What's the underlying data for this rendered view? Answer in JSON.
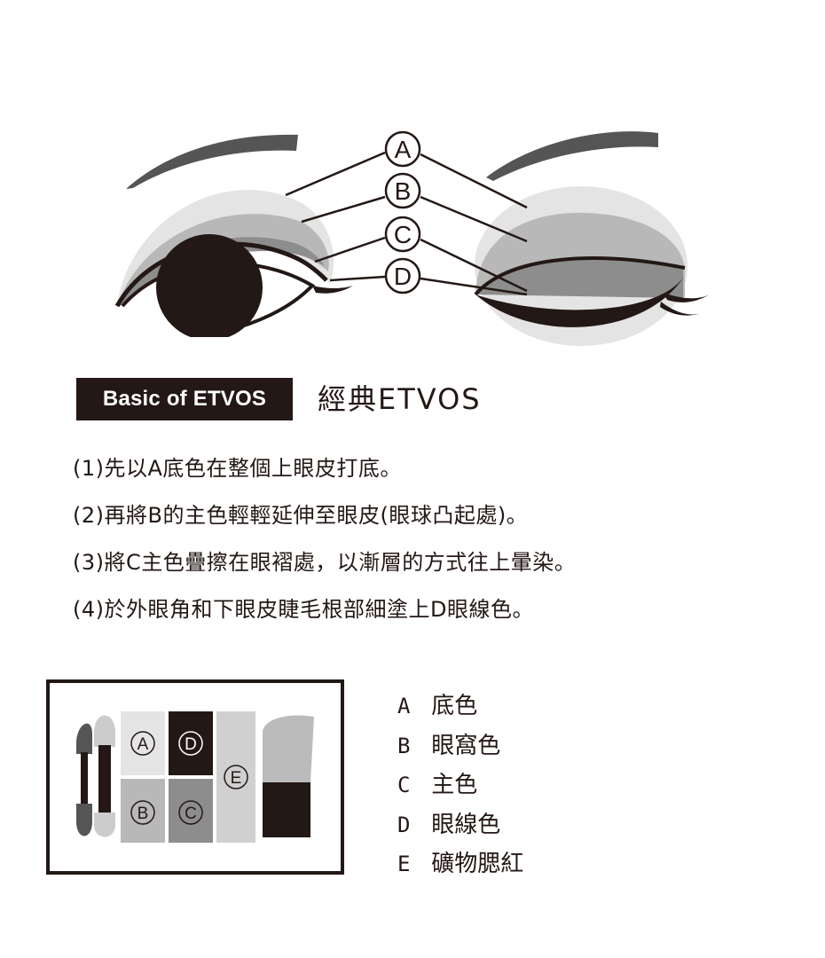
{
  "diagram": {
    "callouts": [
      "A",
      "B",
      "C",
      "D"
    ],
    "colors": {
      "ink": "#231815",
      "shade_a": "#e4e4e4",
      "shade_b": "#b8b8b8",
      "shade_c": "#8d8d8d",
      "shade_e": "#d0d0d0"
    }
  },
  "badge": {
    "label": "Basic of ETVOS"
  },
  "heading": {
    "title": "經典ETVOS"
  },
  "steps": [
    "(1)先以A底色在整個上眼皮打底。",
    "(2)再將B的主色輕輕延伸至眼皮(眼球凸起處)。",
    "(3)將C主色疊擦在眼褶處，以漸層的方式往上暈染。",
    "(4)於外眼角和下眼皮睫毛根部細塗上D眼線色。"
  ],
  "palette": {
    "wells": [
      "A",
      "D",
      "B",
      "C",
      "E"
    ]
  },
  "legend": [
    {
      "key": "A",
      "label": "底色"
    },
    {
      "key": "B",
      "label": "眼窩色"
    },
    {
      "key": "C",
      "label": "主色"
    },
    {
      "key": "D",
      "label": "眼線色"
    },
    {
      "key": "E",
      "label": "礦物腮紅"
    }
  ]
}
